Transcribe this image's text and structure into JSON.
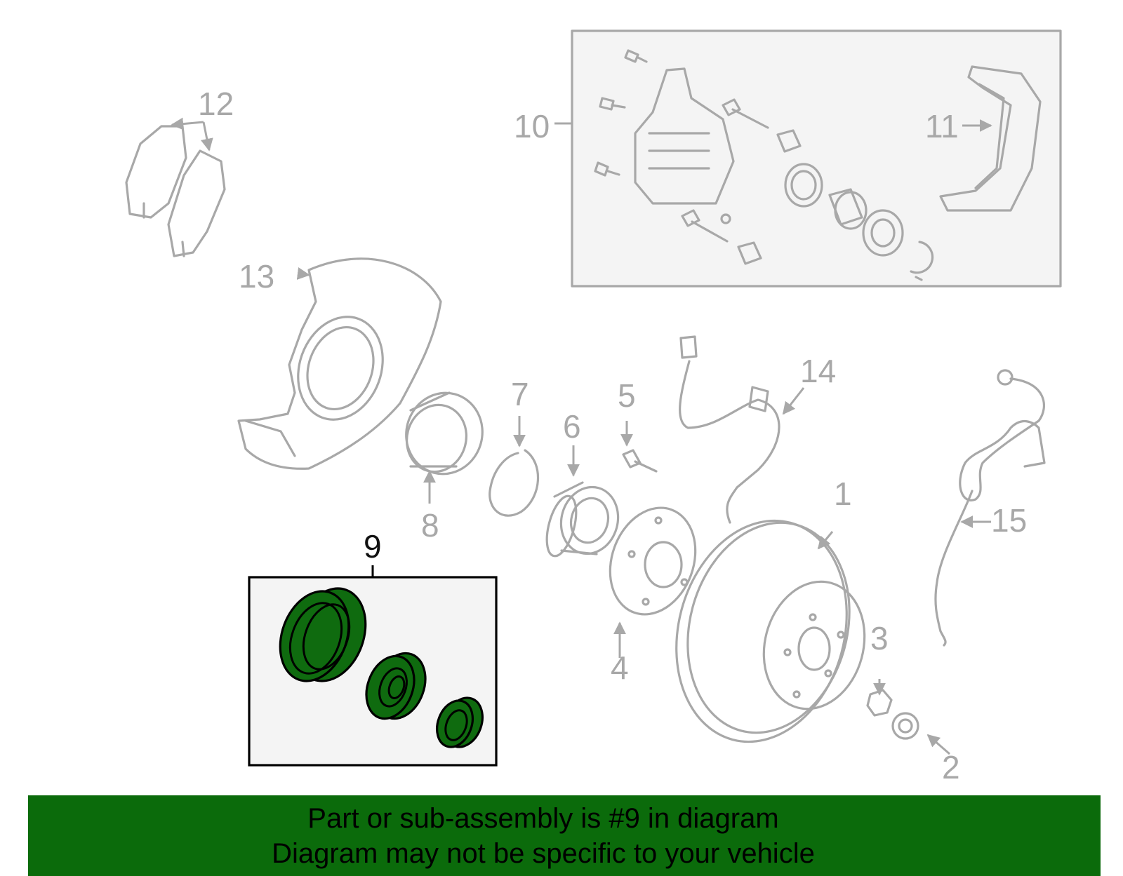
{
  "callouts": [
    {
      "id": "1",
      "label": "1"
    },
    {
      "id": "2",
      "label": "2"
    },
    {
      "id": "3",
      "label": "3"
    },
    {
      "id": "4",
      "label": "4"
    },
    {
      "id": "5",
      "label": "5"
    },
    {
      "id": "6",
      "label": "6"
    },
    {
      "id": "7",
      "label": "7"
    },
    {
      "id": "8",
      "label": "8"
    },
    {
      "id": "9",
      "label": "9"
    },
    {
      "id": "10",
      "label": "10"
    },
    {
      "id": "11",
      "label": "11"
    },
    {
      "id": "12",
      "label": "12"
    },
    {
      "id": "13",
      "label": "13"
    },
    {
      "id": "14",
      "label": "14"
    },
    {
      "id": "15",
      "label": "15"
    }
  ],
  "highlighted_part": "9",
  "colors": {
    "highlight_fill": "#0f6b0f",
    "banner_background": "#0b6b0b",
    "part_stroke": "#a8a8a8",
    "subassembly_box_fill": "#f4f4f4"
  },
  "banner": {
    "line1": "Part or sub-assembly is #9 in diagram",
    "line2": "Diagram may not be specific to your vehicle"
  }
}
